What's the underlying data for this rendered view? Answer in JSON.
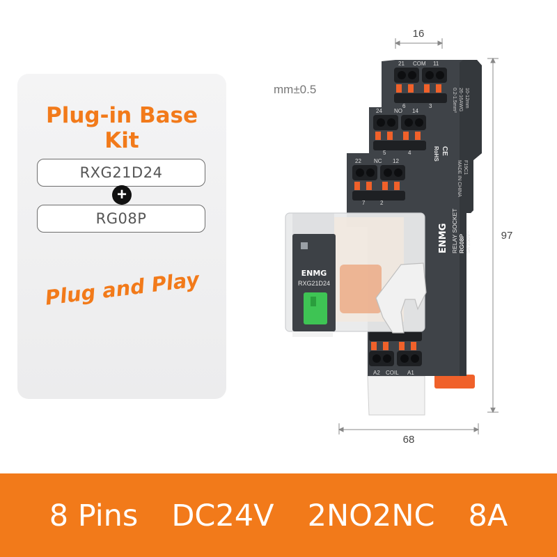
{
  "kit_card": {
    "title_line1": "Plug-in Base",
    "title_line2": "Kit",
    "relay_model": "RXG21D24",
    "plus_symbol": "+",
    "socket_model": "RG08P",
    "slogan": "Plug and Play"
  },
  "dimensions": {
    "tolerance_label": "mm±0.5",
    "width_top": "16",
    "height_right": "97",
    "width_bottom": "68"
  },
  "relay": {
    "brand": "ENMG",
    "model": "RXG21D24"
  },
  "socket": {
    "brand": "ENMG",
    "label_line1": "RELAY SOCKET",
    "label_line2": "RG08P",
    "label_line3": "5A 250V~",
    "origin": "MADE IN CHINA",
    "date_code": "F19C1",
    "rohs": "RoHS",
    "ce": "CE",
    "wire_spec_1": "0.2-1.5mm²",
    "wire_spec_2": "26-16AWG",
    "wire_spec_3": "10-12mm",
    "terminals": {
      "top_left": "21",
      "top_mid": "COM",
      "top_right": "11",
      "top_sub_left": "6",
      "top_sub_right": "3",
      "mid_left": "24",
      "mid_mid": "NO",
      "mid_right": "14",
      "mid_sub_left": "5",
      "mid_sub_right": "4",
      "low_left": "22",
      "low_mid": "NC",
      "low_right": "12",
      "low_sub_left": "7",
      "low_sub_right": "2",
      "coil_left": "A2",
      "coil_mid": "COIL",
      "coil_right": "A1"
    }
  },
  "colors": {
    "accent": "#f27a1a",
    "housing": "#3f4348",
    "terminal_orange": "#f0612a"
  },
  "spec_bar": {
    "items": [
      "8 Pins",
      "DC24V",
      "2NO2NC",
      "8A"
    ]
  }
}
